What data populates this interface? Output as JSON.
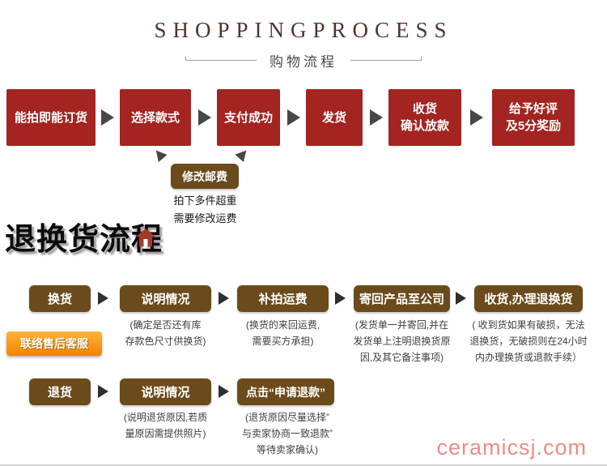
{
  "header": {
    "title_en": "SHOPPINGPROCESS",
    "title_zh": "购物流程"
  },
  "shopping_flow": {
    "steps": [
      {
        "label": "能拍即能订货"
      },
      {
        "label": "选择款式"
      },
      {
        "label": "支付成功"
      },
      {
        "label": "发货"
      },
      {
        "label": "收货\n确认放款"
      },
      {
        "label": "给予好评\n及5分奖励"
      }
    ],
    "postage_box": {
      "label": "修改邮费",
      "note": "拍下多件超重\n需要修改运费"
    }
  },
  "returns_flow": {
    "title": "退换货流程",
    "contact_button": "联络售后客服",
    "exchange_row": {
      "steps": [
        {
          "label": "换货",
          "note": ""
        },
        {
          "label": "说明情况",
          "note": "(确定是否还有库\n存款色尺寸供换货)"
        },
        {
          "label": "补拍运费",
          "note": "(换货的来回运费,\n需要买方承担)"
        },
        {
          "label": "寄回产品至公司",
          "note": "(发货单一并寄回,并在\n发货单上注明退换货原\n因,及其它备注事项)"
        },
        {
          "label": "收货,办理退换货",
          "note": "( 收到货如果有破损，无法\n退换货，无破损则在24小时\n内办理换货或退款手续）"
        }
      ]
    },
    "return_row": {
      "steps": [
        {
          "label": "退货",
          "note": ""
        },
        {
          "label": "说明情况",
          "note": "(说明退货原因,若质\n量原因需提供照片)"
        },
        {
          "label": "点击“申请退款”",
          "note": "(退货原因尽量选择”\n与卖家协商一致退款”\n等待卖家确认)"
        }
      ]
    }
  },
  "watermark": "ceramicsj.com",
  "colors": {
    "step_red": "#a32420",
    "box_brown": "#6b4b1c",
    "contact_orange": "#f18300",
    "watermark_pink": "#ec8d87"
  }
}
